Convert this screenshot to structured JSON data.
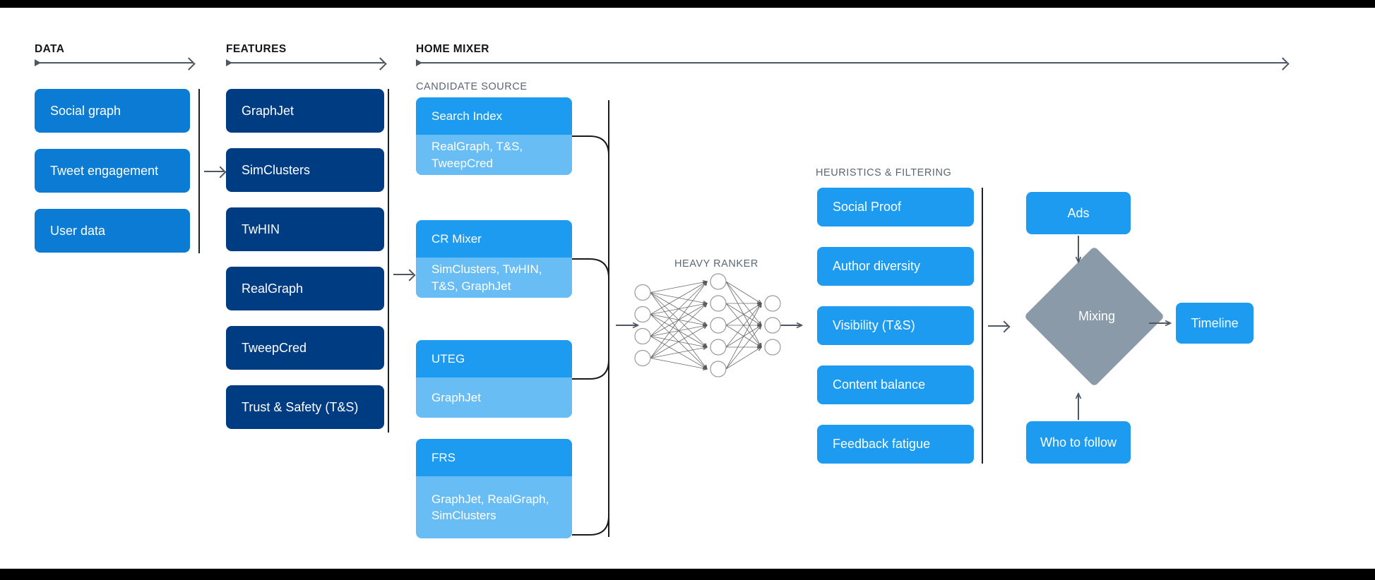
{
  "sections": {
    "data": {
      "title": "DATA"
    },
    "features": {
      "title": "FEATURES"
    },
    "home_mixer": {
      "title": "HOME MIXER"
    },
    "candidate_source": {
      "title": "CANDIDATE SOURCE"
    },
    "heavy_ranker": {
      "title": "HEAVY RANKER"
    },
    "heuristics": {
      "title": "HEURISTICS & FILTERING"
    }
  },
  "data_items": [
    {
      "label": "Social graph"
    },
    {
      "label": "Tweet engagement"
    },
    {
      "label": "User data"
    }
  ],
  "feature_items": [
    {
      "label": "GraphJet"
    },
    {
      "label": "SimClusters"
    },
    {
      "label": "TwHIN"
    },
    {
      "label": "RealGraph"
    },
    {
      "label": "TweepCred"
    },
    {
      "label": "Trust & Safety (T&S)"
    }
  ],
  "candidate_sources": [
    {
      "name": "Search Index",
      "features": "RealGraph, T&S,\nTweepCred"
    },
    {
      "name": "CR Mixer",
      "features": "SimClusters, TwHIN,\nT&S, GraphJet"
    },
    {
      "name": "UTEG",
      "features": "GraphJet"
    },
    {
      "name": "FRS",
      "features": "GraphJet, RealGraph,\nSimClusters"
    }
  ],
  "heuristics_items": [
    {
      "label": "Social Proof"
    },
    {
      "label": "Author diversity"
    },
    {
      "label": "Visibility (T&S)"
    },
    {
      "label": "Content balance"
    },
    {
      "label": "Feedback fatigue"
    }
  ],
  "outputs": {
    "ads": "Ads",
    "mixing": "Mixing",
    "timeline": "Timeline",
    "who_to_follow": "Who to follow"
  },
  "neural_network": {
    "layers": [
      4,
      5,
      3
    ]
  },
  "colors": {
    "blue": "#1d9bf0",
    "medium_blue": "#0c7bd4",
    "navy": "#003c82",
    "light_blue": "#69bdf5",
    "gray": "#8b9aa8",
    "line": "#4e5864",
    "text_muted": "#5b6673"
  }
}
